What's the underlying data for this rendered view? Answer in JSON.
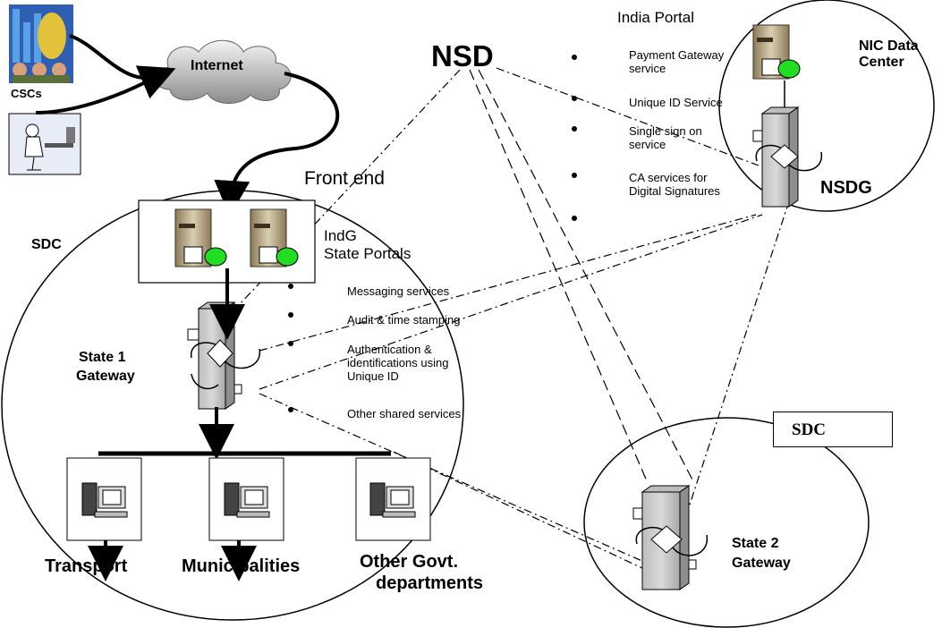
{
  "labels": {
    "csc": "CSCs",
    "internet": "Internet",
    "front_end": "Front end",
    "sdc_left": "SDC",
    "indg_line1": "IndG",
    "indg_line2": "State Portals",
    "state1_line1": "State  1",
    "state1_line2": "Gateway",
    "nsd": "NSD",
    "india_portal": "India Portal",
    "nic_line1": "NIC Data",
    "nic_line2": "Center",
    "nsdg": "NSDG",
    "sdc_right": "SDC",
    "state2_line1": "State 2",
    "state2_line2": "Gateway",
    "transport": "Transport",
    "municipalities": "Municipalities",
    "other_govt_line1": "Other Govt.",
    "other_govt_line2": "departments"
  },
  "state_services": [
    "Messaging services",
    "Audit & time stamping",
    "Authentication  &\nidentifications using\nUnique ID",
    "Other shared services"
  ],
  "india_services": [
    "Payment Gateway\nservice",
    "Unique ID Service",
    "Single sign on\nservice",
    "CA services for\nDigital Signatures",
    ""
  ]
}
